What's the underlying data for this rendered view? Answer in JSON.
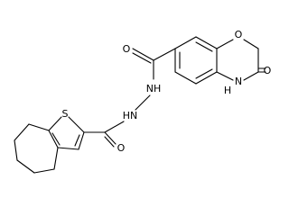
{
  "molecule": {
    "atom_labels": {
      "o_ring": "O",
      "o_ketone": "O",
      "nh_ring": "N",
      "h_ring": "H",
      "o_amide_upper": "O",
      "nh_upper": "NH",
      "hn_lower": "HN",
      "o_amide_lower": "O",
      "s_thiophene": "S"
    },
    "colors": {
      "bond": "#000000",
      "label": "#000000",
      "background": "#ffffff"
    }
  }
}
